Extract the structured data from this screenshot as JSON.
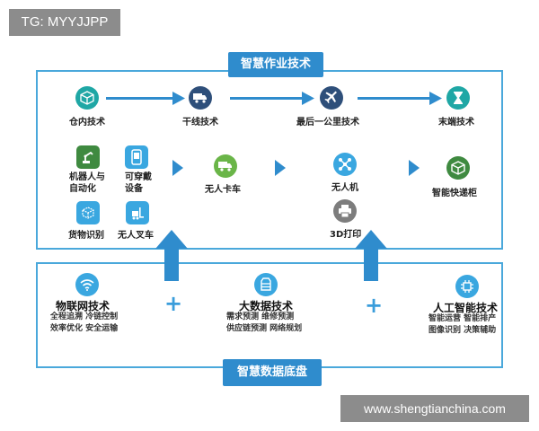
{
  "watermarks": {
    "top": "TG: MYYJJPP",
    "bottom": "www.shengtianchina.com"
  },
  "top_section": {
    "title": "智慧作业技术",
    "flow": [
      "仓内技术",
      "干线技术",
      "最后一公里技术",
      "末端技术"
    ],
    "warehouse": [
      "机器人与自动化",
      "可穿戴设备",
      "货物识别",
      "无人叉车"
    ],
    "trunk": [
      "无人卡车"
    ],
    "last_mile": [
      "无人机",
      "3D打印"
    ],
    "terminal": [
      "智能快递柜"
    ]
  },
  "bottom_section": {
    "title": "智慧数据底盘",
    "iot": {
      "title": "物联网技术",
      "lines": [
        "全程追溯 冷链控制",
        "效率优化 安全运输"
      ]
    },
    "bigdata": {
      "title": "大数据技术",
      "lines": [
        "需求预测  维修预测",
        "供应链预测 网络规划"
      ]
    },
    "ai": {
      "title": "人工智能技术",
      "lines": [
        "智能运营 智能排产",
        "图像识别 决策辅助"
      ]
    }
  },
  "colors": {
    "frame": "#4aa8db",
    "title_bg": "#2f8ccd",
    "arrow": "#2f8ccd",
    "teal": "#1fa7a5",
    "navy": "#2e4f7a",
    "green": "#6ab548",
    "darkgreen": "#3f8a40",
    "lightblue": "#3aa7e0",
    "gray": "#7d7d7d"
  }
}
